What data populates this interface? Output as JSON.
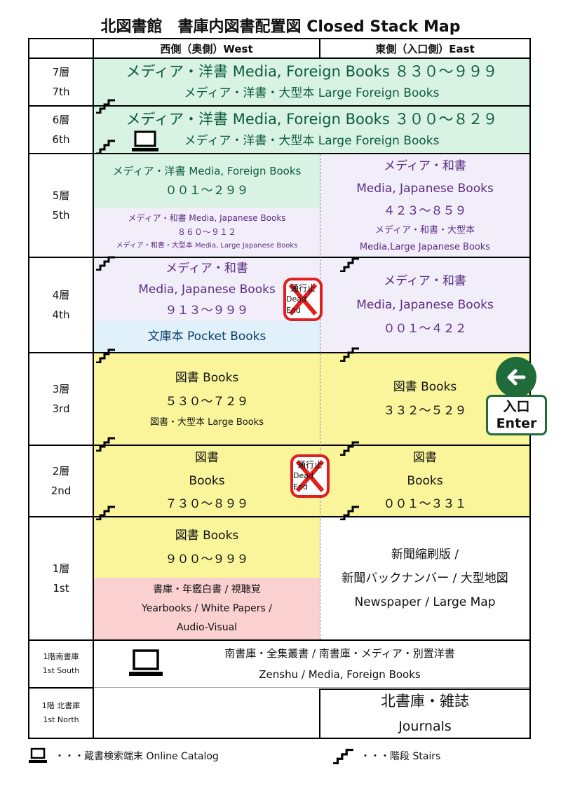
{
  "title": "北図書館　書庫内図書配置図 Closed Stack Map",
  "headers": {
    "west": "西側（奥側）West",
    "east": "東側（入口側）East"
  },
  "floors": {
    "f7": {
      "ja": "7層",
      "en": "7th"
    },
    "f6": {
      "ja": "6層",
      "en": "6th"
    },
    "f5": {
      "ja": "5層",
      "en": "5th"
    },
    "f4": {
      "ja": "4層",
      "en": "4th"
    },
    "f3": {
      "ja": "3層",
      "en": "3rd"
    },
    "f2": {
      "ja": "2層",
      "en": "2nd"
    },
    "f1": {
      "ja": "1層",
      "en": "1st"
    },
    "south": {
      "ja": "1階南書庫",
      "en": "1st South"
    },
    "north": {
      "ja": "1階 北書庫",
      "en": "1st North"
    }
  },
  "cells": {
    "f7": {
      "line1": "メディア・洋書 Media, Foreign Books ８３０～９９９",
      "line2": "メディア・洋書・大型本 Large Foreign Books"
    },
    "f6": {
      "line1": "メディア・洋書 Media, Foreign Books ３００～８２９",
      "line2": "メディア・洋書・大型本 Large Foreign Books"
    },
    "f5w_top": {
      "line1": "メディア・洋書 Media, Foreign Books",
      "line2": "００１～２９９"
    },
    "f5w_bot": {
      "line1": "メディア・和書 Media, Japanese Books",
      "line2": "８６０～９１２",
      "line3": "メディア・和書・大型本 Media, Large Japanese Books"
    },
    "f5e": {
      "line1": "メディア・和書",
      "line2": "Media, Japanese Books",
      "line3": "４２３～８５９",
      "line4": "メディア・和書・大型本",
      "line5": "Media,Large Japanese Books"
    },
    "f4w_top": {
      "line1": "メディア・和書",
      "line2": "Media, Japanese Books",
      "line3": "９１３～９９９"
    },
    "f4w_bot": {
      "line1": "文庫本 Pocket Books"
    },
    "f4e": {
      "line1": "メディア・和書",
      "line2": "Media, Japanese Books",
      "line3": "００１～４２２"
    },
    "f3w": {
      "line1": "図書 Books",
      "line2": "５３０～７２９",
      "line3": "図書・大型本 Large Books"
    },
    "f3e": {
      "line1": "図書 Books",
      "line2": "３３２～５２９"
    },
    "f2w": {
      "line1": "図書",
      "line2": "Books",
      "line3": "７３０～８９９"
    },
    "f2e": {
      "line1": "図書",
      "line2": "Books",
      "line3": "００１～３３１"
    },
    "f1w_top": {
      "line1": "図書 Books",
      "line2": "９００～９９９"
    },
    "f1w_bot": {
      "line1": "書庫・年鑑白書 / 視聴覚",
      "line2": "Yearbooks / White Papers /",
      "line3": "Audio-Visual"
    },
    "f1e": {
      "line1": "新聞縮刷版 /",
      "line2": "新聞バックナンバー / 大型地図",
      "line3": "Newspaper / Large Map"
    },
    "south": {
      "line1": "南書庫・全集叢書 / 南書庫・メディア・別置洋書",
      "line2": "Zenshu / Media, Foreign Books"
    },
    "north": {
      "line1": "北書庫・雑誌",
      "line2": "Journals"
    }
  },
  "dead_end": {
    "ja": "通行止",
    "en": "Dead End"
  },
  "entrance": {
    "ja": "入口",
    "en": "Enter"
  },
  "legend": {
    "catalog": "・・・蔵書検索端末 Online Catalog",
    "stairs": "・・・階段 Stairs"
  },
  "colors": {
    "green": "#d8f3e4",
    "purple": "#f1eefa",
    "blue": "#e1f1fb",
    "yellow": "#faf59a",
    "pink": "#fbd0d0",
    "dead_end_red": "#e02020",
    "entrance_green": "#1f6b3a"
  }
}
